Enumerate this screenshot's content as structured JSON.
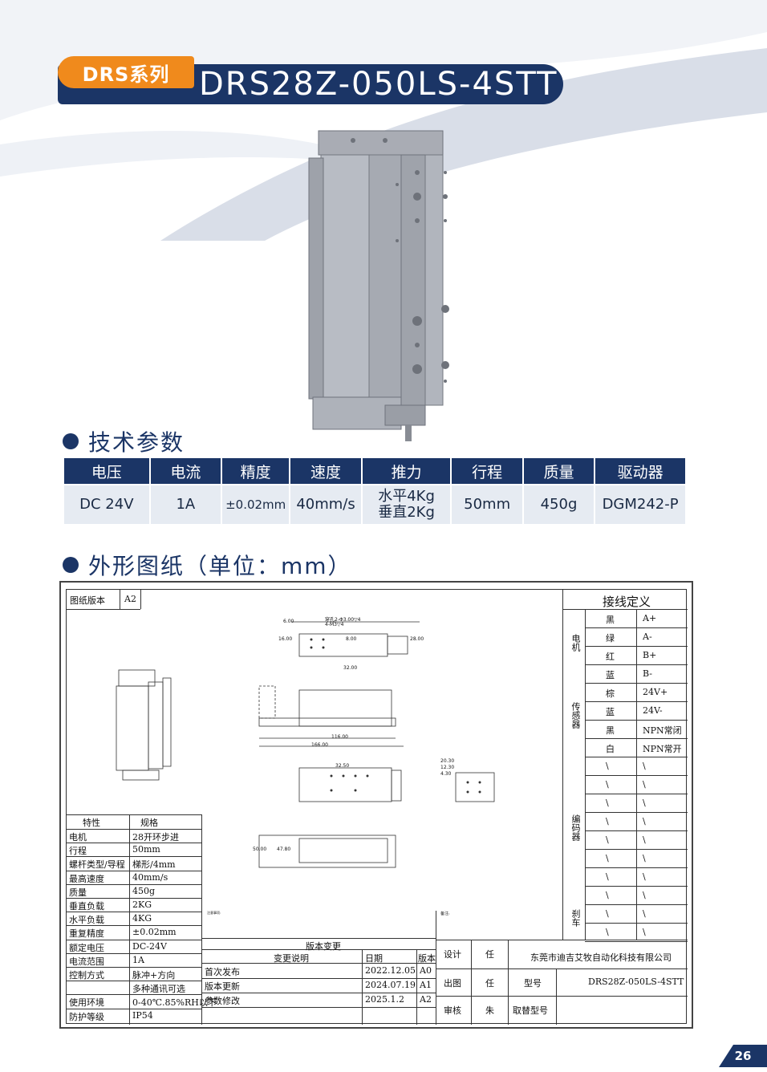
{
  "header": {
    "series_label": "DRS系列",
    "model_title": "DRS28Z-050LS-4STT"
  },
  "sections": {
    "tech_params": "技术参数",
    "outline_drawing": "外形图纸（单位：mm）"
  },
  "spec_table": {
    "headers": [
      "电压",
      "电流",
      "精度",
      "速度",
      "推力",
      "行程",
      "质量",
      "驱动器"
    ],
    "values": [
      "DC 24V",
      "1A",
      "±0.02mm",
      "40mm/s",
      "水平4Kg",
      "50mm",
      "450g",
      "DGM242-P"
    ],
    "thrust_line2": "垂直2Kg"
  },
  "drawing": {
    "version_label": "图纸版本",
    "version_value": "A2",
    "wiring_title": "接线定义",
    "groups": {
      "motor": "电机",
      "sensor": "传感器",
      "encoder": "编码器",
      "brake": "刹车"
    },
    "motor_rows": [
      [
        "黑",
        "A+"
      ],
      [
        "绿",
        "A-"
      ],
      [
        "红",
        "B+"
      ],
      [
        "蓝",
        "B-"
      ]
    ],
    "sensor_rows": [
      [
        "棕",
        "24V+"
      ],
      [
        "蓝",
        "24V-"
      ],
      [
        "黑",
        "NPN常闭"
      ],
      [
        "白",
        "NPN常开"
      ]
    ],
    "encoder_mark": "\\",
    "props_header": [
      "特性",
      "规格"
    ],
    "props": [
      [
        "电机",
        "28开环步进"
      ],
      [
        "行程",
        "50mm"
      ],
      [
        "螺杆类型/导程",
        "梯形/4mm"
      ],
      [
        "最高速度",
        "40mm/s"
      ],
      [
        "质量",
        "450g"
      ],
      [
        "垂直负载",
        "2KG"
      ],
      [
        "水平负载",
        "4KG"
      ],
      [
        "重复精度",
        "±0.02mm"
      ],
      [
        "额定电压",
        "DC-24V"
      ],
      [
        "电流范围",
        "1A"
      ],
      [
        "控制方式",
        "脉冲+方向"
      ],
      [
        "",
        "多种通讯可选"
      ],
      [
        "使用环境",
        "0-40℃.85%RH以下"
      ],
      [
        "防护等级",
        "IP54"
      ]
    ],
    "revision": {
      "title": "版本变更",
      "col_desc": "变更说明",
      "col_date": "日期",
      "col_ver": "版本",
      "rows": [
        [
          "首次发布",
          "2022.12.05",
          "A0"
        ],
        [
          "版本更新",
          "2024.07.19",
          "A1"
        ],
        [
          "参数修改",
          "2025.1.2",
          "A2"
        ]
      ]
    },
    "notes_label": "注意事项:",
    "remarks_label": "备注:",
    "title_block": {
      "design": "设计",
      "design_by": "任",
      "company": "东莞市迪吉艾牧自动化科技有限公司",
      "drawn": "出图",
      "drawn_by": "任",
      "model_label": "型号",
      "model_value": "DRS28Z-050LS-4STT",
      "review": "审核",
      "review_by": "朱",
      "replace_label": "取替型号"
    },
    "dims": {
      "d6": "6.00",
      "d16": "16.00",
      "d8": "8.00",
      "d28": "28.00",
      "d32": "32.00",
      "d116": "116.00",
      "d166": "166.00",
      "d325": "32.50",
      "d50": "50.00",
      "d478": "47.80",
      "d203": "20.30",
      "d123": "12.30",
      "d43": "4.30",
      "hole1": "穿孔2-Φ3.00▽4",
      "hole2": "4-M3▽4"
    }
  },
  "page": {
    "number": "26"
  }
}
